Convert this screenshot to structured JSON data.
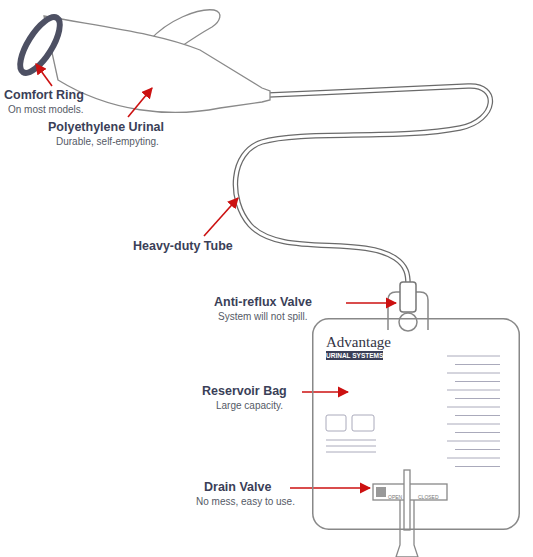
{
  "diagram": {
    "nodes": [
      {
        "text": [
          "Advantage",
          "URINAL SYSTEMS"
        ]
      }
    ],
    "labels": [
      "Comfort Ring",
      "On most models.",
      "Polyethylene Urinal",
      "Durable, self-empyting.",
      "Heavy-duty Tube",
      "Anti-reflux Valve",
      "System will not spill.",
      "Reservoir Bag",
      "Large capacity.",
      "Drain Valve",
      "No mess, easy to use.",
      "OPEN",
      "CLOSED"
    ]
  }
}
